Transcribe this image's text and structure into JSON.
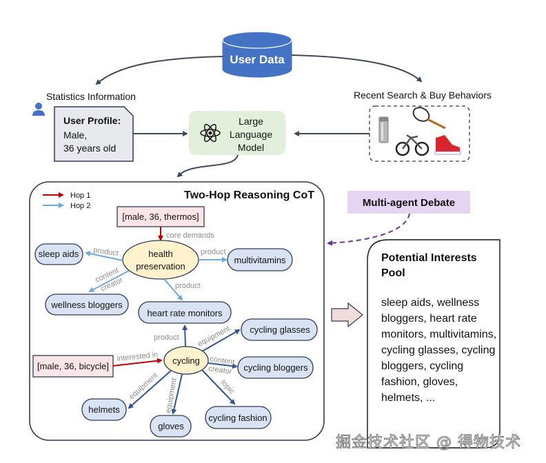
{
  "user_data": {
    "label": "User Data"
  },
  "statistics": {
    "heading": "Statistics Information",
    "profile_title": "User Profile:",
    "profile_lines": [
      "Male,",
      "36 years old"
    ]
  },
  "llm": {
    "lines": [
      "Large",
      "Language",
      "Model"
    ],
    "icon": "atom-icon"
  },
  "behaviors": {
    "heading": "Recent Search & Buy Behaviors",
    "items": [
      "thermos",
      "tennis racket",
      "bicycle",
      "sneaker"
    ]
  },
  "reasoning": {
    "title": "Two-Hop Reasoning CoT",
    "legend": [
      {
        "label": "Hop 1",
        "color": "#c00000"
      },
      {
        "label": "Hop 2",
        "color": "#6fa8dc"
      }
    ],
    "inputs": [
      "[male, 36, thermos]",
      "[male, 36, bicycle]"
    ],
    "hubs": [
      "health\npreservation",
      "cycling"
    ],
    "nodes": {
      "sleep_aids": "sleep aids",
      "multivitamins": "multivitamins",
      "wellness_bloggers": "wellness bloggers",
      "heart_rate_monitors": "heart rate monitors",
      "cycling_glasses": "cycling glasses",
      "cycling_bloggers": "cycling bloggers",
      "helmets": "helmets",
      "gloves": "gloves",
      "cycling_fashion": "cycling fashion"
    },
    "edge_labels": {
      "core_demands": "core demands",
      "product": "product",
      "content": "content",
      "creator": "creator",
      "interested_in": "interested in",
      "equipment": "equipment",
      "topic": "topic"
    }
  },
  "debate": {
    "label": "Multi-agent Debate"
  },
  "pool": {
    "title": "Potential Interests Pool",
    "body": "sleep aids, wellness bloggers, heart rate monitors, multivitamins, cycling glasses, cycling bloggers, cycling fashion, gloves, helmets, ..."
  },
  "watermark": "掘金技术社区 @ 得物技术",
  "colors": {
    "db_blue": "#4472c4",
    "node_fill": "#dae3f3",
    "node_stroke": "#2f3b57",
    "hub_fill": "#fff2cc",
    "input_fill": "#fbe5e6",
    "llm_fill": "#e2efda",
    "debate_fill": "#e6d5f2",
    "hop1": "#c00000",
    "hop2": "#6fa8dc",
    "dark_edge": "#2f5597"
  }
}
